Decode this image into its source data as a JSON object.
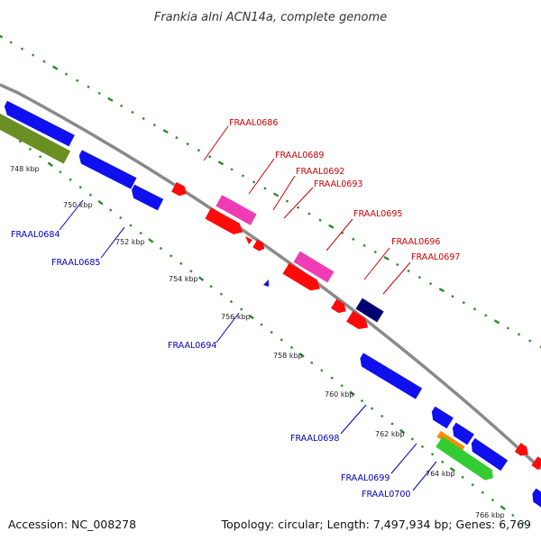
{
  "title": "Frankia alni ACN14a, complete genome",
  "accession_text": "Accession: NC_008278",
  "summary_text": "Topology: circular; Length: 7,497,934 bp; Genes: 6,769",
  "colors": {
    "backbone": "#8a8a8a",
    "dots": "#2a8a2a",
    "forward_label": "#cc0000",
    "reverse_label": "#0000bb",
    "blue": "#1010ee",
    "red": "#ff0a0a",
    "magenta": "#f03cb4",
    "olive": "#6b8e23",
    "navy": "#000070",
    "orange": "#ff8c00",
    "green": "#33cc33"
  },
  "ticks": [
    "748 kbp",
    "750 kbp",
    "752 kbp",
    "754 kbp",
    "756 kbp",
    "758 kbp",
    "760 kbp",
    "762 kbp",
    "764 kbp",
    "766 kbp"
  ],
  "forward_labels": [
    "FRAAL0686",
    "FRAAL0689",
    "FRAAL0692",
    "FRAAL0693",
    "FRAAL0695",
    "FRAAL0696",
    "FRAAL0697"
  ],
  "reverse_labels": [
    "FRAAL0684",
    "FRAAL0685",
    "FRAAL0694",
    "FRAAL0698",
    "FRAAL0699",
    "FRAAL0700"
  ]
}
